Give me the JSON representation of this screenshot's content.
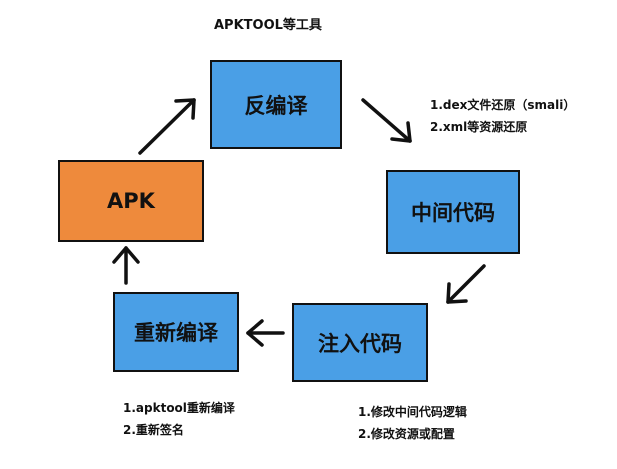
{
  "title": "APKTOOL等工具",
  "nodes": {
    "decompile": "反编译",
    "intermediate": "中间代码",
    "inject": "注入代码",
    "recompile": "重新编译",
    "apk": "APK"
  },
  "notes": {
    "decompile": [
      "1.dex文件还原（smali）",
      "2.xml等资源还原"
    ],
    "recompile": [
      "1.apktool重新编译",
      "2.重新签名"
    ],
    "inject": [
      "1.修改中间代码逻辑",
      "2.修改资源或配置"
    ]
  },
  "colors": {
    "process_box": "#4a9fe6",
    "apk_box": "#ee8a3c",
    "stroke": "#111111"
  }
}
